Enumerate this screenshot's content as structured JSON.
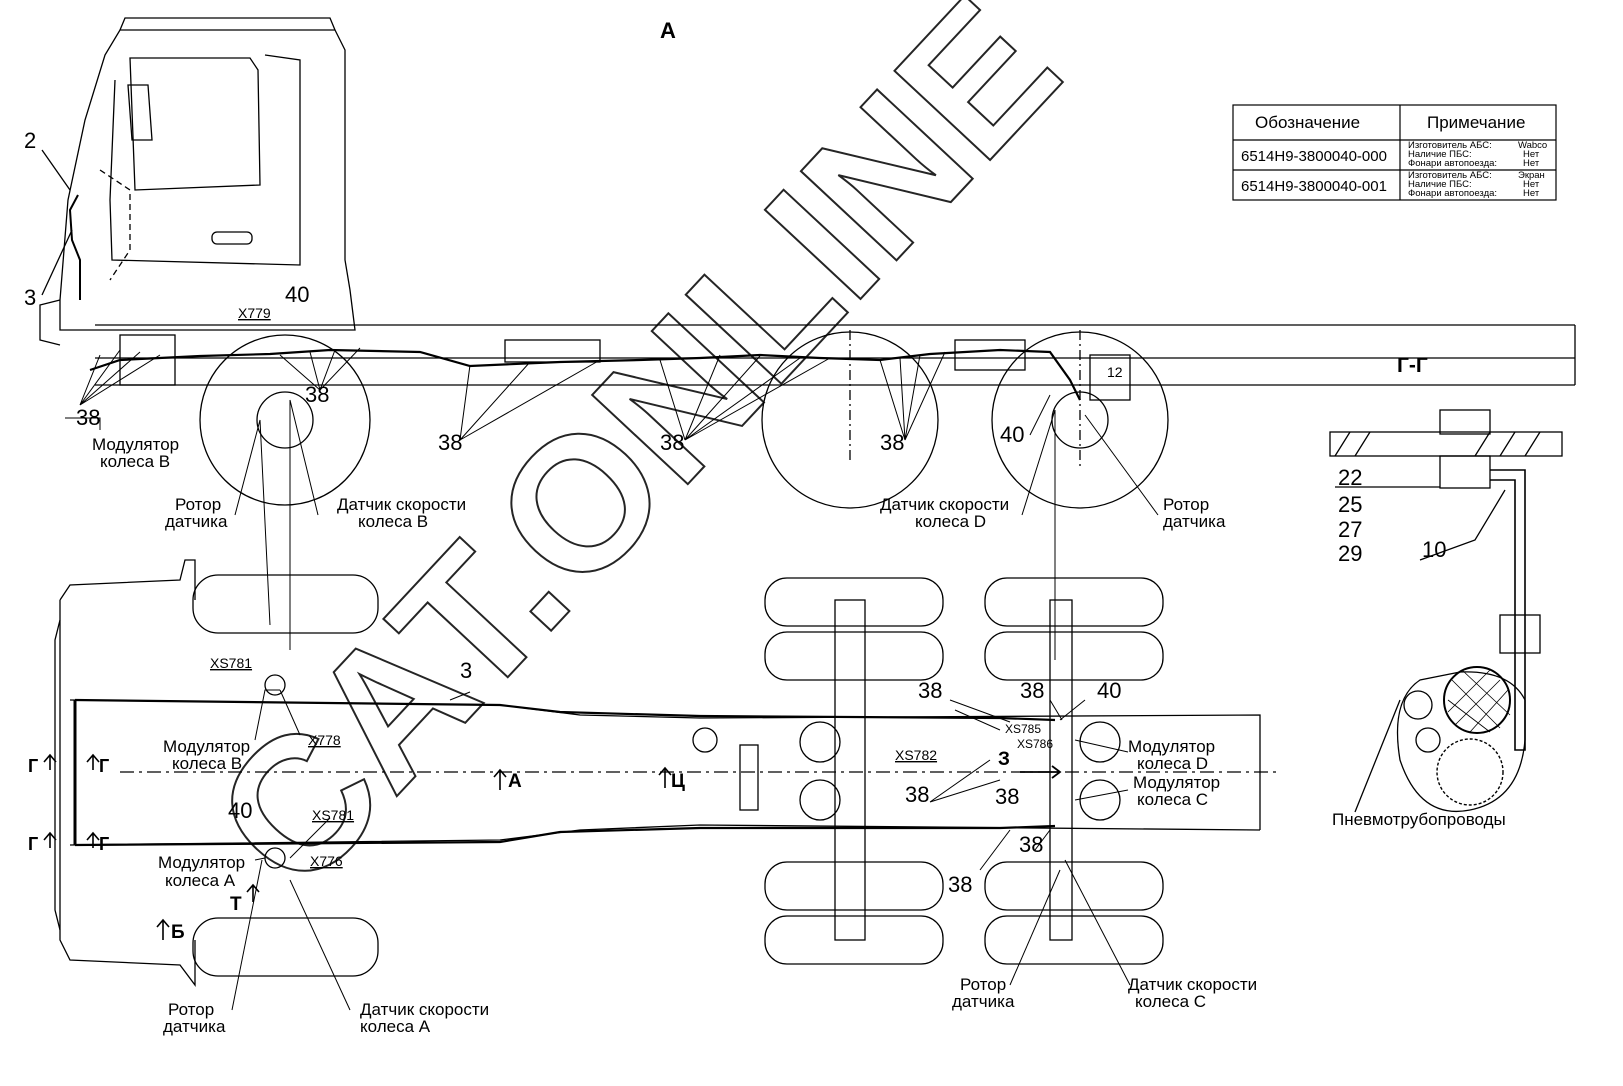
{
  "view_title": "А",
  "section_title": "Г-Г",
  "table": {
    "headers": [
      "Обозначение",
      "Примечание"
    ],
    "rows": [
      {
        "code": "6514Н9-3800040-000",
        "notes": [
          [
            "Изготовитель АБС:",
            "Wabco"
          ],
          [
            "Наличие ПБС:",
            "Нет"
          ],
          [
            "Фонари автопоезда:",
            "Нет"
          ]
        ]
      },
      {
        "code": "6514Н9-3800040-001",
        "notes": [
          [
            "Изготовитель АБС:",
            "Экран"
          ],
          [
            "Наличие ПБС:",
            "Нет"
          ],
          [
            "Фонари автопоезда:",
            "Нет"
          ]
        ]
      }
    ]
  },
  "numbers": {
    "n2": "2",
    "n3": "3",
    "n38": "38",
    "n40": "40",
    "n12": "12",
    "n22": "22",
    "n25": "25",
    "n27": "27",
    "n29": "29",
    "n10": "10"
  },
  "connectors": {
    "x779": "X779",
    "xs781": "XS781",
    "x778": "X778",
    "x776": "X776",
    "xs782": "XS782",
    "xs785": "XS785",
    "xs786": "XS786"
  },
  "labels": {
    "modulator_b_1": "Модулятор",
    "modulator_b_2": "колеса В",
    "modulator_a_1": "Модулятор",
    "modulator_a_2": "колеса А",
    "modulator_d_1": "Модулятор",
    "modulator_d_2": "колеса D",
    "modulator_c_1": "Модулятор",
    "modulator_c_2": "колеса С",
    "rotor_1": "Ротор",
    "rotor_2": "датчика",
    "sensor_b_1": "Датчик скорости",
    "sensor_b_2": "колеса В",
    "sensor_d_1": "Датчик скорости",
    "sensor_d_2": "колеса D",
    "sensor_a_1": "Датчик скорости",
    "sensor_a_2": "колеса А",
    "sensor_c_1": "Датчик скорости",
    "sensor_c_2": "колеса С",
    "pneumo": "Пневмотрубопроводы"
  },
  "view_marks": {
    "g": "Г",
    "a": "А",
    "ts": "Ц",
    "b": "Б",
    "t": "Т",
    "z": "З"
  },
  "watermark": "CAT.ONLINE",
  "colors": {
    "line": "#000000",
    "background": "#ffffff"
  }
}
